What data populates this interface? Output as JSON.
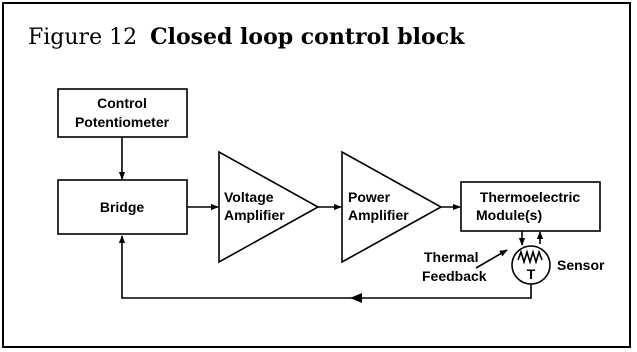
{
  "figure": {
    "number": "Figure 12",
    "title": "Closed loop control block"
  },
  "blocks": {
    "control_potentiometer": [
      "Control",
      "Potentiometer"
    ],
    "bridge": "Bridge",
    "voltage_amplifier": [
      "Voltage",
      "Amplifier"
    ],
    "power_amplifier": [
      "Power",
      "Amplifier"
    ],
    "thermoelectric_module": [
      "Thermoelectric",
      "Module(s)"
    ],
    "sensor": "Sensor",
    "sensor_symbol_letter": "T",
    "thermal_feedback": [
      "Thermal",
      "Feedback"
    ]
  }
}
